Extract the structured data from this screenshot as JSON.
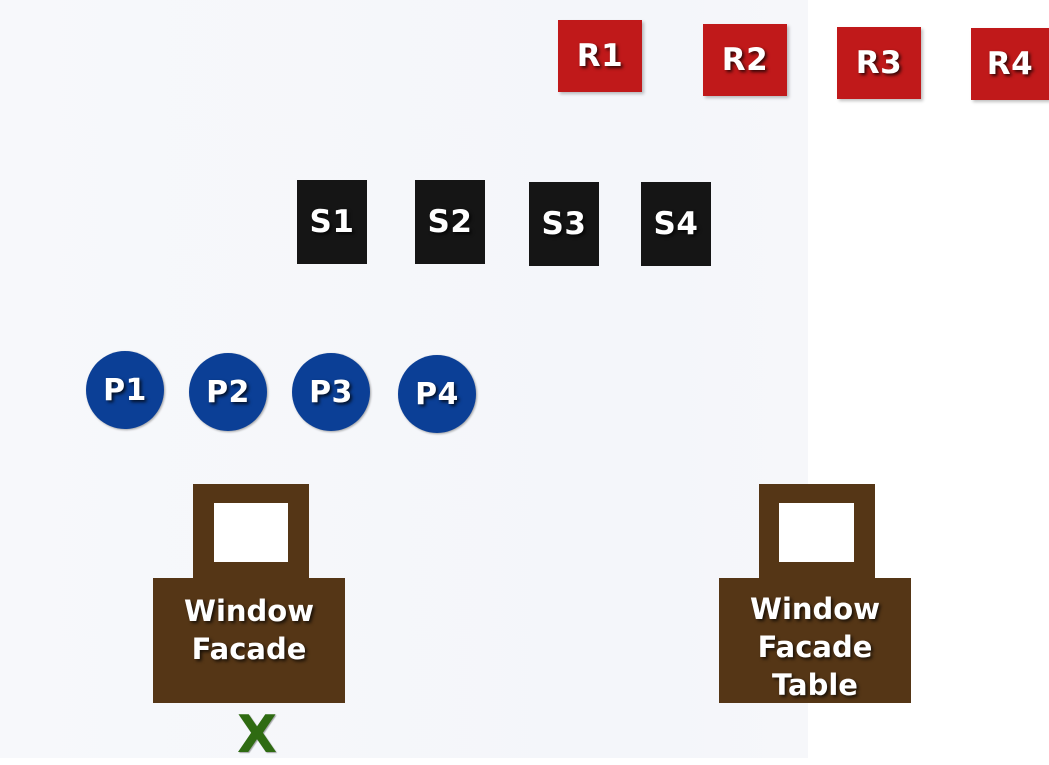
{
  "r_tiles": [
    {
      "label": "R1"
    },
    {
      "label": "R2"
    },
    {
      "label": "R3"
    },
    {
      "label": "R4"
    }
  ],
  "s_tiles": [
    {
      "label": "S1"
    },
    {
      "label": "S2"
    },
    {
      "label": "S3"
    },
    {
      "label": "S4"
    }
  ],
  "p_tiles": [
    {
      "label": "P1"
    },
    {
      "label": "P2"
    },
    {
      "label": "P3"
    },
    {
      "label": "P4"
    }
  ],
  "facade_left": {
    "line1": "Window",
    "line2": "Facade"
  },
  "facade_right": {
    "line1": "Window",
    "line2": "Facade",
    "line3": "Table"
  },
  "x_mark": "X",
  "colors": {
    "r_tile": "#c0191a",
    "s_tile": "#151515",
    "p_tile": "#0b3f96",
    "facade": "#553616",
    "x_mark": "#2f6b12"
  }
}
